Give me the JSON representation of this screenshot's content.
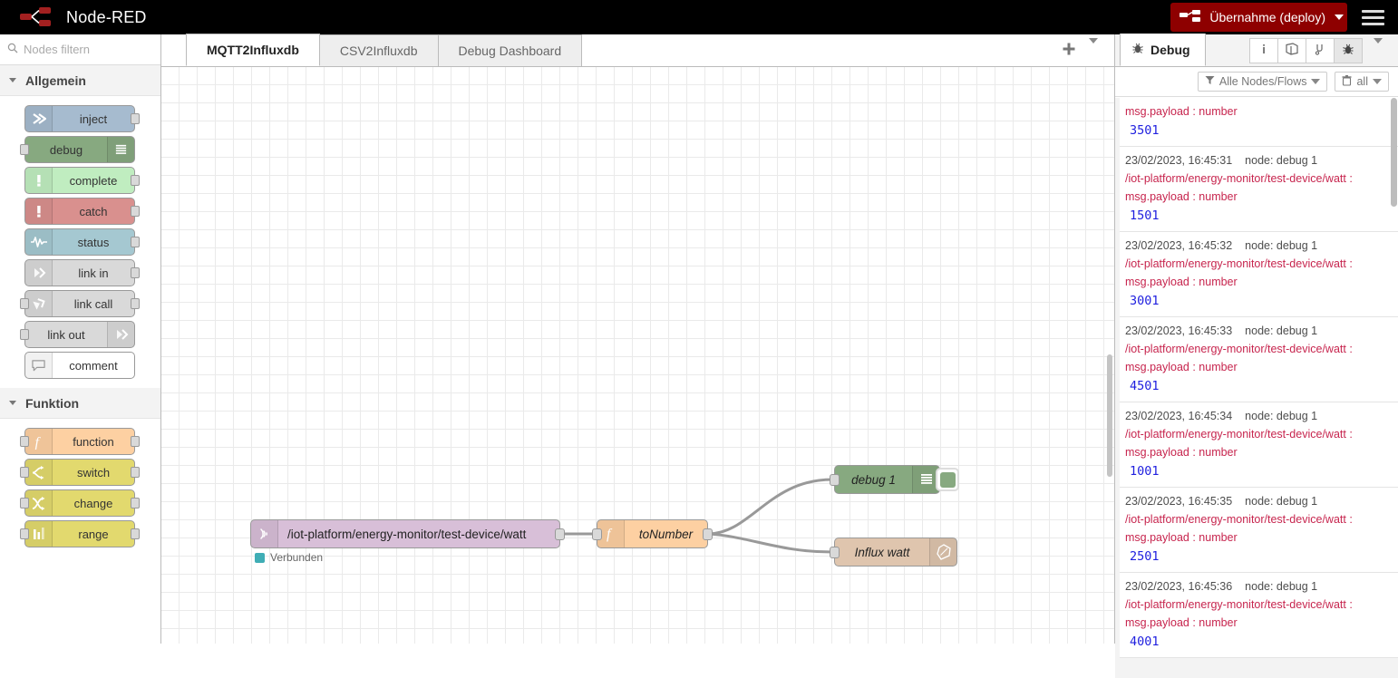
{
  "header": {
    "brand": "Node-RED",
    "logo_icon": "node-red-logo-icon",
    "deploy_label": "Übernahme (deploy)",
    "deploy_icon": "deploy-icon",
    "deploy_caret_icon": "chevron-down-icon",
    "menu_icon": "hamburger-menu-icon",
    "deploy_color": "#8e0000"
  },
  "palette": {
    "search_placeholder": "Nodes filtern",
    "search_icon": "search-icon",
    "categories": [
      {
        "label": "Allgemein",
        "caret_icon": "chevron-down-icon",
        "nodes": [
          {
            "label": "inject",
            "icon": "inject-arrow-icon",
            "color": "#a6bbcf",
            "icon_side": "left",
            "ports": [
              "out"
            ]
          },
          {
            "label": "debug",
            "icon": "debug-list-icon",
            "color": "#87a980",
            "icon_side": "right",
            "ports": [
              "in"
            ]
          },
          {
            "label": "complete",
            "icon": "exclamation-icon",
            "color": "#c0edc0",
            "icon_side": "left",
            "ports": [
              "out"
            ]
          },
          {
            "label": "catch",
            "icon": "exclamation-icon",
            "color": "#d9908e",
            "icon_side": "left",
            "ports": [
              "out"
            ]
          },
          {
            "label": "status",
            "icon": "pulse-wave-icon",
            "color": "#a5c8d1",
            "icon_side": "left",
            "ports": [
              "out"
            ]
          },
          {
            "label": "link in",
            "icon": "link-in-icon",
            "color": "#d9d9d9",
            "icon_side": "left",
            "ports": [
              "out"
            ]
          },
          {
            "label": "link call",
            "icon": "link-call-icon",
            "color": "#d9d9d9",
            "icon_side": "left",
            "ports": [
              "in",
              "out"
            ]
          },
          {
            "label": "link out",
            "icon": "link-out-icon",
            "color": "#d9d9d9",
            "icon_side": "right",
            "ports": [
              "in"
            ]
          },
          {
            "label": "comment",
            "icon": "comment-bubble-icon",
            "color": "#ffffff",
            "icon_side": "left",
            "ports": []
          }
        ]
      },
      {
        "label": "Funktion",
        "caret_icon": "chevron-down-icon",
        "nodes": [
          {
            "label": "function",
            "icon": "function-f-icon",
            "color": "#fdd0a2",
            "icon_side": "left",
            "ports": [
              "in",
              "out"
            ]
          },
          {
            "label": "switch",
            "icon": "switch-branch-icon",
            "color": "#e2d96e",
            "icon_side": "left",
            "ports": [
              "in",
              "out"
            ]
          },
          {
            "label": "change",
            "icon": "change-swap-icon",
            "color": "#e2d96e",
            "icon_side": "left",
            "ports": [
              "in",
              "out"
            ]
          },
          {
            "label": "range",
            "icon": "range-bars-icon",
            "color": "#e2d96e",
            "icon_side": "left",
            "ports": [
              "in",
              "out"
            ]
          }
        ]
      }
    ]
  },
  "workspace": {
    "tabs": [
      {
        "label": "MQTT2Influxdb",
        "active": true
      },
      {
        "label": "CSV2Influxdb",
        "active": false
      },
      {
        "label": "Debug Dashboard",
        "active": false
      }
    ],
    "add_tab_label": "+",
    "add_tab_icon": "plus-icon",
    "tab_menu_icon": "chevron-down-icon",
    "flow_nodes": [
      {
        "id": "mqtt-in",
        "label": "/iot-platform/energy-monitor/test-device/watt",
        "icon": "mqtt-signal-icon",
        "color": "#d8bfd8",
        "status": "Verbunden",
        "status_color": "#3FADB5"
      },
      {
        "id": "function",
        "label": "toNumber",
        "icon": "function-f-icon",
        "color": "#fdd0a2"
      },
      {
        "id": "debug",
        "label": "debug 1",
        "icon": "debug-list-icon",
        "color": "#87a980"
      },
      {
        "id": "influx",
        "label": "Influx watt",
        "icon": "influxdb-icon",
        "color": "#dfc5ae"
      }
    ]
  },
  "sidebar": {
    "tab_label": "Debug",
    "tab_icon": "bug-icon",
    "tools": [
      {
        "icon": "info-icon",
        "name": "info",
        "active": false
      },
      {
        "icon": "book-icon",
        "name": "help",
        "active": false
      },
      {
        "icon": "branch-icon",
        "name": "config-nodes",
        "active": false
      },
      {
        "icon": "bug-icon",
        "name": "debug",
        "active": true
      }
    ],
    "tools_caret_icon": "chevron-down-icon",
    "filter_label": "Alle Nodes/Flows",
    "filter_icon": "funnel-icon",
    "clear_label": "all",
    "clear_icon": "trash-icon",
    "filter_caret_icon": "chevron-down-icon",
    "messages": [
      {
        "partial": true,
        "timestamp": "",
        "node": "",
        "topic": "",
        "property": "msg.payload : number",
        "value": "3501"
      },
      {
        "partial": false,
        "timestamp": "23/02/2023, 16:45:31",
        "node": "node: debug 1",
        "topic": "/iot-platform/energy-monitor/test-device/watt :",
        "property": "msg.payload : number",
        "value": "1501"
      },
      {
        "partial": false,
        "timestamp": "23/02/2023, 16:45:32",
        "node": "node: debug 1",
        "topic": "/iot-platform/energy-monitor/test-device/watt :",
        "property": "msg.payload : number",
        "value": "3001"
      },
      {
        "partial": false,
        "timestamp": "23/02/2023, 16:45:33",
        "node": "node: debug 1",
        "topic": "/iot-platform/energy-monitor/test-device/watt :",
        "property": "msg.payload : number",
        "value": "4501"
      },
      {
        "partial": false,
        "timestamp": "23/02/2023, 16:45:34",
        "node": "node: debug 1",
        "topic": "/iot-platform/energy-monitor/test-device/watt :",
        "property": "msg.payload : number",
        "value": "1001"
      },
      {
        "partial": false,
        "timestamp": "23/02/2023, 16:45:35",
        "node": "node: debug 1",
        "topic": "/iot-platform/energy-monitor/test-device/watt :",
        "property": "msg.payload : number",
        "value": "2501"
      },
      {
        "partial": false,
        "timestamp": "23/02/2023, 16:45:36",
        "node": "node: debug 1",
        "topic": "/iot-platform/energy-monitor/test-device/watt :",
        "property": "msg.payload : number",
        "value": "4001"
      }
    ]
  }
}
